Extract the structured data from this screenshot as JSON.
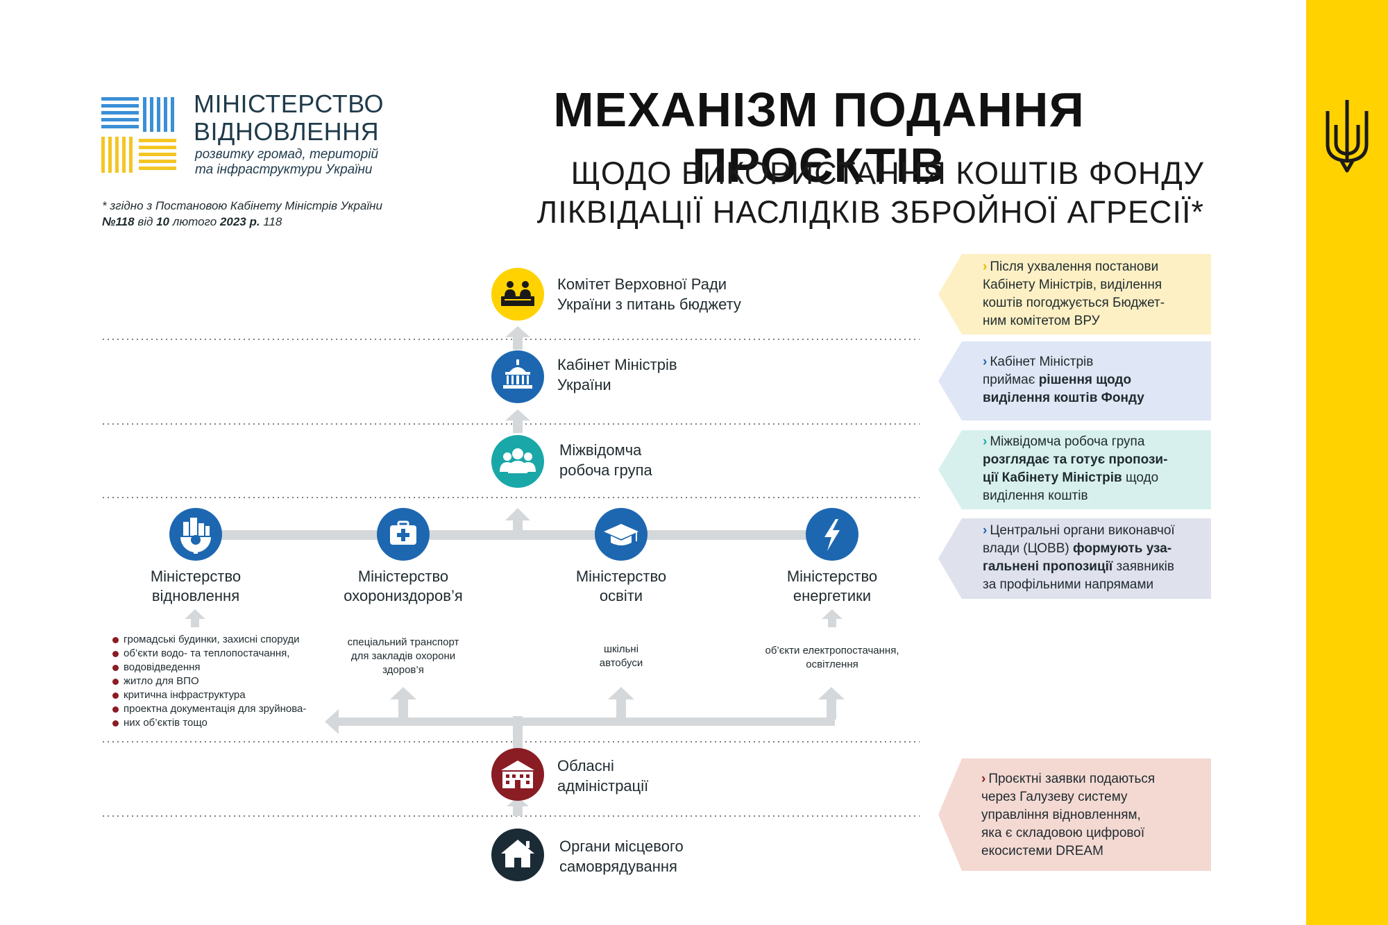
{
  "colors": {
    "yellow": "#ffd200",
    "blue": "#1d67b1",
    "teal": "#1aa7a8",
    "dark_red": "#8a1c24",
    "dark_navy": "#1a2b36",
    "arrow_gray": "#d5d8da"
  },
  "logo": {
    "line1": "МІНІСТЕРСТВО",
    "line2": "ВІДНОВЛЕННЯ",
    "sub1": "розвитку громад, територій",
    "sub2": "та інфраструктури України"
  },
  "note": {
    "line1": "* згідно з Постановою Кабінету Міністрів України",
    "line2_bold1": "№118",
    "line2_mid": " від ",
    "line2_bold2": "10",
    "line2_mid2": " лютого ",
    "line2_bold3": "2023 р.",
    "line2_end": " 118"
  },
  "title": "МЕХАНІЗМ ПОДАННЯ ПРОЄКТІВ",
  "subtitle": {
    "line1": "ЩОДО ВИКОРИСТАННЯ КОШТІВ ФОНДУ",
    "line2": "ЛІКВІДАЦІЇ НАСЛІДКІВ ЗБРОЙНОЇ АГРЕСІЇ*"
  },
  "nodes": {
    "committee": {
      "line1": "Комітет Верховної Ради",
      "line2": "України з питань бюджету",
      "icon": "people-at-table-icon"
    },
    "cabinet": {
      "line1": "Кабінет Міністрів",
      "line2": "України",
      "icon": "government-building-icon"
    },
    "working_group": {
      "line1": "Міжвідомча",
      "line2": "робоча група",
      "icon": "group-icon"
    },
    "oblast": {
      "line1": "Обласні",
      "line2": "адміністрації",
      "icon": "administration-building-icon"
    },
    "local": {
      "line1": "Органи місцевого",
      "line2": "самоврядування",
      "icon": "house-icon"
    }
  },
  "ministries": [
    {
      "line1": "Міністерство",
      "line2": "відновлення",
      "icon": "city-gear-icon"
    },
    {
      "line1": "Міністерство",
      "line2": "охорониздоров’я",
      "icon": "medical-kit-icon"
    },
    {
      "line1": "Міністерство",
      "line2": "освіти",
      "icon": "graduation-cap-icon"
    },
    {
      "line1": "Міністерство",
      "line2": "енергетики",
      "icon": "lightning-icon"
    }
  ],
  "ministry_details": {
    "recovery_bullets": [
      "громадські будинки, захисні споруди",
      "об’єкти водо- та теплопостачання,",
      "водовідведення",
      "житло для ВПО",
      "критична інфраструктура",
      "проектна документація для зруйнова-",
      "них об’єктів тощо"
    ],
    "health": [
      "спеціальний транспорт",
      "для закладів охорони",
      "здоров’я"
    ],
    "education": [
      "шкільні",
      "автобуси"
    ],
    "energy": [
      "об’єкти електропостачання,",
      "освітлення"
    ]
  },
  "callouts": {
    "c1": {
      "lines": [
        "Після ухвалення постанови",
        "Кабінету Міністрів, виділення",
        "коштів погоджується Бюджет-",
        "ним комітетом ВРУ"
      ]
    },
    "c2": {
      "l1": "Кабінет Міністрів",
      "l2a": "приймає ",
      "l2b": "рішення щодо",
      "l3": "виділення коштів Фонду"
    },
    "c3": {
      "l1": "Міжвідомча робоча група",
      "l2": "розглядає та готує пропози-",
      "l3a": "ції Кабінету Міністрів",
      "l3b": " щодо",
      "l4": "виділення коштів"
    },
    "c4": {
      "l1": "Центральні органи виконавчої",
      "l2a": "влади (ЦОВВ) ",
      "l2b": "формують уза-",
      "l3a": "гальнені пропозиції",
      "l3b": " заявників",
      "l4": "за профільними напрямами"
    },
    "c5": {
      "lines": [
        "Проєктні заявки подаються",
        "через Галузеву систему",
        "управління відновленням,",
        "яка є складовою цифрової",
        "екосистеми DREAM"
      ]
    }
  }
}
